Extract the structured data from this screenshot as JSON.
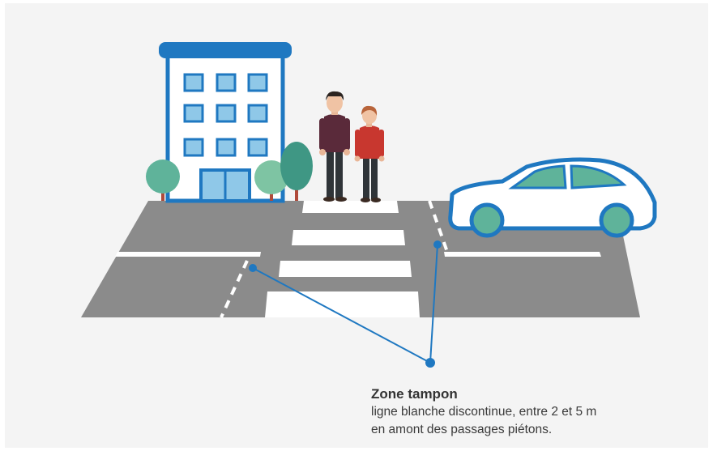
{
  "caption": {
    "title": "Zone tampon",
    "line1": "ligne blanche discontinue, entre 2 et 5 m",
    "line2": "en amont des passages piétons."
  },
  "colors": {
    "background": "#f4f4f4",
    "road": "#8b8b8b",
    "marking": "#ffffff",
    "accent_blue": "#1f78c1",
    "window_blue": "#8fc8e8",
    "tree_green": "#5fb39a"
  }
}
